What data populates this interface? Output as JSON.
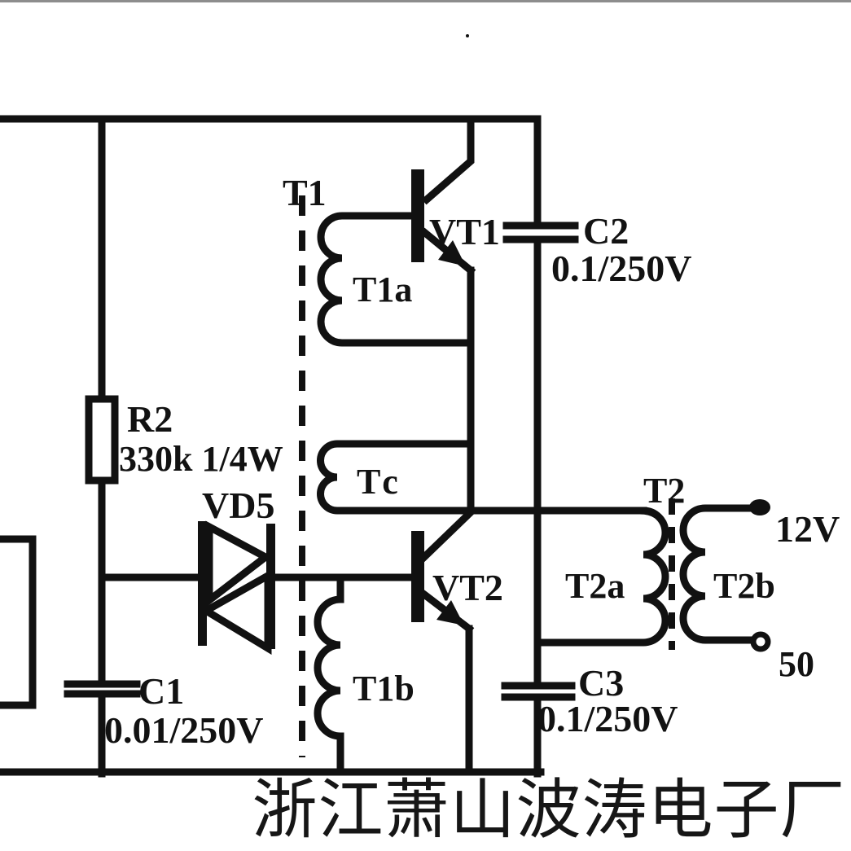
{
  "diagram_type": "inverter-oscillator circuit schematic",
  "colors": {
    "ink": "#111111",
    "background": "#ffffff",
    "top_border": "#8d8d8d"
  },
  "components": {
    "t1": {
      "label": "T1"
    },
    "t1a": {
      "label": "T1a"
    },
    "tc": {
      "label": "Tc"
    },
    "t1b": {
      "label": "T1b"
    },
    "vt1": {
      "label": "VT1"
    },
    "vt2": {
      "label": "VT2"
    },
    "r2": {
      "label": "R2",
      "value": "330k 1/4W"
    },
    "vd5": {
      "label": "VD5"
    },
    "c1": {
      "label": "C1",
      "value": "0.01/250V"
    },
    "c2": {
      "label": "C2",
      "value": "0.1/250V"
    },
    "c3": {
      "label": "C3",
      "value": "0.1/250V"
    },
    "t2": {
      "label": "T2"
    },
    "t2a": {
      "label": "T2a"
    },
    "t2b": {
      "label": "T2b"
    },
    "terminal_12v": {
      "label": "12V"
    },
    "terminal_50": {
      "label": "50"
    }
  },
  "footer": {
    "factory_name": "浙江萧山波涛电子厂"
  }
}
